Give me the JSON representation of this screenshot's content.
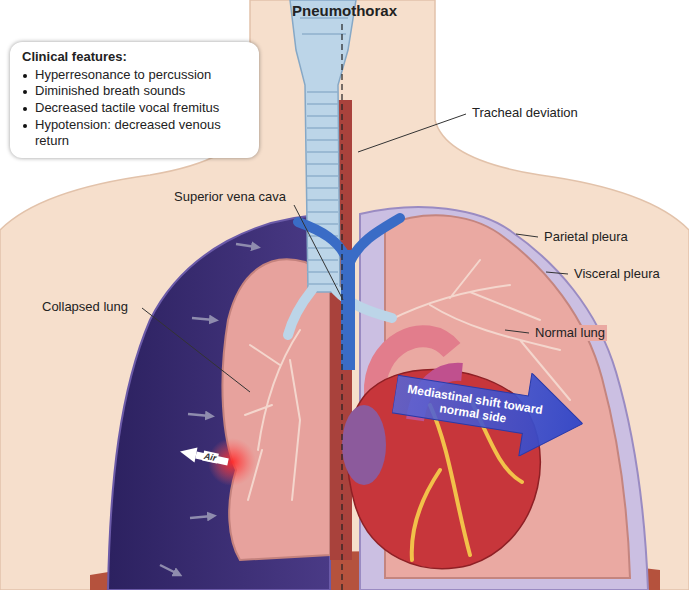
{
  "diagram": {
    "title": "Pneumothorax",
    "nodes": [
      {
        "text": [
          "Clinical features:",
          "Hyperresonance to percussion",
          "Diminished breath sounds",
          "Decreased tactile vocal fremitus",
          "Hypotension: decreased venous return"
        ]
      },
      {
        "text": [
          "Mediastinal shift toward normal side"
        ]
      }
    ],
    "labels": [
      "Tracheal deviation",
      "Superior vena cava",
      "Parietal pleura",
      "Visceral pleura",
      "Normal lung",
      "Collapsed lung",
      "Air"
    ]
  }
}
